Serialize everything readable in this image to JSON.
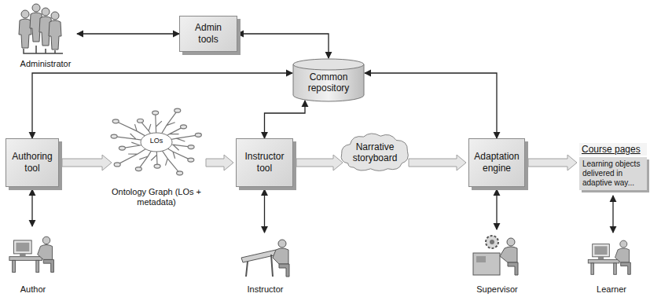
{
  "diagram": {
    "nodes": [
      {
        "text": [
          "Administrator"
        ]
      },
      {
        "text": [
          "Admin tools"
        ]
      },
      {
        "text": [
          "Common repository"
        ]
      },
      {
        "text": [
          "Authoring tool"
        ]
      },
      {
        "text": [
          "LOs",
          "Ontology Graph (LOs + metadata)"
        ]
      },
      {
        "text": [
          "Instructor tool"
        ]
      },
      {
        "text": [
          "Narrative storyboard"
        ]
      },
      {
        "text": [
          "Adaptation engine"
        ]
      },
      {
        "text": [
          "Course pages",
          "Learning objects delivered in adaptive way..."
        ]
      },
      {
        "text": [
          "Author"
        ]
      },
      {
        "text": [
          "Instructor"
        ]
      },
      {
        "text": [
          "Supervisor"
        ]
      },
      {
        "text": [
          "Learner"
        ]
      }
    ],
    "edges": [
      {
        "from": 0,
        "to": 1,
        "arrow": "both"
      },
      {
        "from": 1,
        "to": 2,
        "arrow": "both"
      },
      {
        "from": 2,
        "to": 3,
        "arrow": "both"
      },
      {
        "from": 2,
        "to": 5,
        "arrow": "both"
      },
      {
        "from": 2,
        "to": 7,
        "arrow": "both"
      },
      {
        "from": 3,
        "to": 4,
        "arrow": "to"
      },
      {
        "from": 4,
        "to": 5,
        "arrow": "to"
      },
      {
        "from": 5,
        "to": 6,
        "arrow": "to"
      },
      {
        "from": 6,
        "to": 7,
        "arrow": "to"
      },
      {
        "from": 7,
        "to": 8,
        "arrow": "to"
      },
      {
        "from": 3,
        "to": 9,
        "arrow": "both"
      },
      {
        "from": 5,
        "to": 10,
        "arrow": "both"
      },
      {
        "from": 7,
        "to": 11,
        "arrow": "both"
      },
      {
        "from": 8,
        "to": 12,
        "arrow": "both"
      }
    ]
  }
}
